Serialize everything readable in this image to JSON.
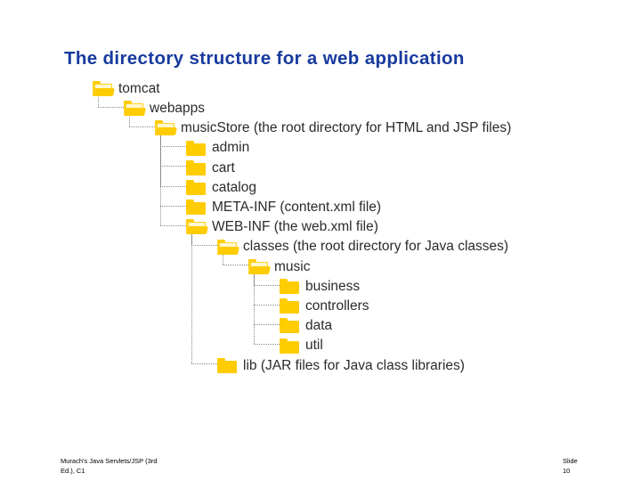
{
  "slide": {
    "title": "The directory structure for a web application",
    "title_color": "#173a9e",
    "folder_color": "#ffcc00",
    "background": "#ffffff"
  },
  "tree": {
    "nodes": [
      {
        "id": "tomcat",
        "label": "tomcat",
        "depth": 0,
        "icon": "open-folder-icon"
      },
      {
        "id": "webapps",
        "label": "webapps",
        "depth": 1,
        "icon": "open-folder-icon"
      },
      {
        "id": "musicstore",
        "label": "musicStore (the root directory for HTML and JSP files)",
        "depth": 2,
        "icon": "open-folder-icon"
      },
      {
        "id": "admin",
        "label": "admin",
        "depth": 3,
        "icon": "closed-folder-icon"
      },
      {
        "id": "cart",
        "label": "cart",
        "depth": 3,
        "icon": "closed-folder-icon"
      },
      {
        "id": "catalog",
        "label": "catalog",
        "depth": 3,
        "icon": "closed-folder-icon"
      },
      {
        "id": "meta-inf",
        "label": "META-INF (content.xml file)",
        "depth": 3,
        "icon": "closed-folder-icon"
      },
      {
        "id": "web-inf",
        "label": "WEB-INF (the web.xml file)",
        "depth": 3,
        "icon": "open-folder-icon"
      },
      {
        "id": "classes",
        "label": "classes (the root directory for Java classes)",
        "depth": 4,
        "icon": "open-folder-icon"
      },
      {
        "id": "music",
        "label": "music",
        "depth": 5,
        "icon": "open-folder-icon"
      },
      {
        "id": "business",
        "label": "business",
        "depth": 6,
        "icon": "closed-folder-icon"
      },
      {
        "id": "controllers",
        "label": "controllers",
        "depth": 6,
        "icon": "closed-folder-icon"
      },
      {
        "id": "data",
        "label": "data",
        "depth": 6,
        "icon": "closed-folder-icon"
      },
      {
        "id": "util",
        "label": "util",
        "depth": 6,
        "icon": "closed-folder-icon"
      },
      {
        "id": "lib",
        "label": "lib (JAR files for Java class libraries)",
        "depth": 4,
        "icon": "closed-folder-icon"
      }
    ]
  },
  "footer": {
    "source_line1": "Murach's Java Servlets/JSP (3rd",
    "source_line2": "Ed.), C1",
    "slide_label": "Slide",
    "slide_number": "10"
  }
}
